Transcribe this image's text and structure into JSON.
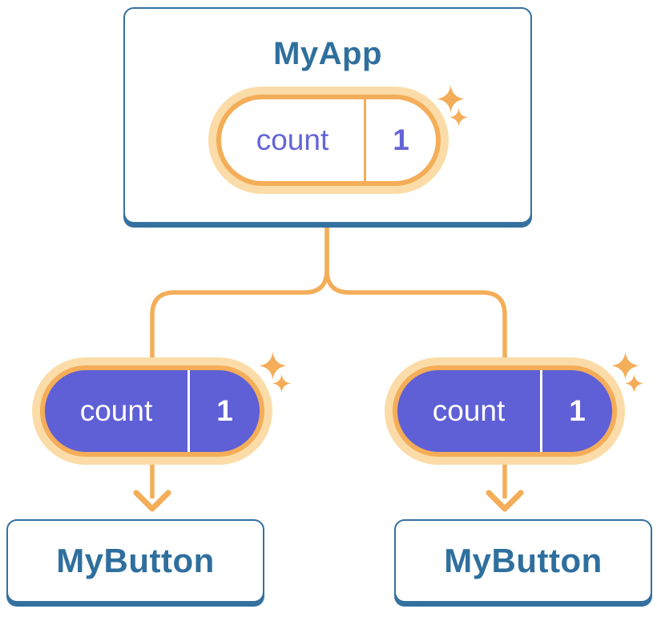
{
  "diagram": {
    "description": "React shared state diagram: parent component passes count state down to two child buttons",
    "root": {
      "title": "MyApp",
      "state": {
        "name": "count",
        "value": "1"
      }
    },
    "children": [
      {
        "title": "MyButton",
        "state": {
          "name": "count",
          "value": "1"
        }
      },
      {
        "title": "MyButton",
        "state": {
          "name": "count",
          "value": "1"
        }
      }
    ]
  },
  "colors": {
    "blue-border": "#35719f",
    "blue-text": "#2f6f9e",
    "orange": "#f4ad58",
    "orange-light": "#fbdca8",
    "purple": "#5f5fd6",
    "purple-text": "#6464d8"
  }
}
